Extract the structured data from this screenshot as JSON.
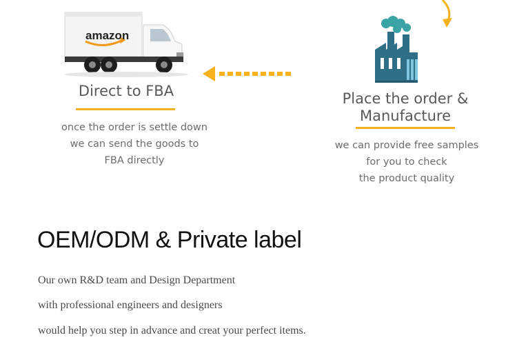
{
  "left_step": {
    "truck_brand": "amazon",
    "title": "Direct to FBA",
    "desc": [
      "once the order is settle down",
      "we can send the goods to",
      "FBA directly"
    ]
  },
  "right_step": {
    "title_lines": [
      "Place the order &",
      "Manufacture"
    ],
    "desc": [
      "we can provide free samples",
      "for you to check",
      "the product quality"
    ]
  },
  "section": {
    "headline": "OEM/ODM & Private label",
    "lines": [
      "Our own R&D team  and Design Department",
      "with professional engineers and designers",
      "would help you step in advance and creat your perfect items."
    ]
  },
  "colors": {
    "accent": "#f5b21c",
    "factory": "#2f6f86",
    "smoke": "#3aa3a6"
  }
}
